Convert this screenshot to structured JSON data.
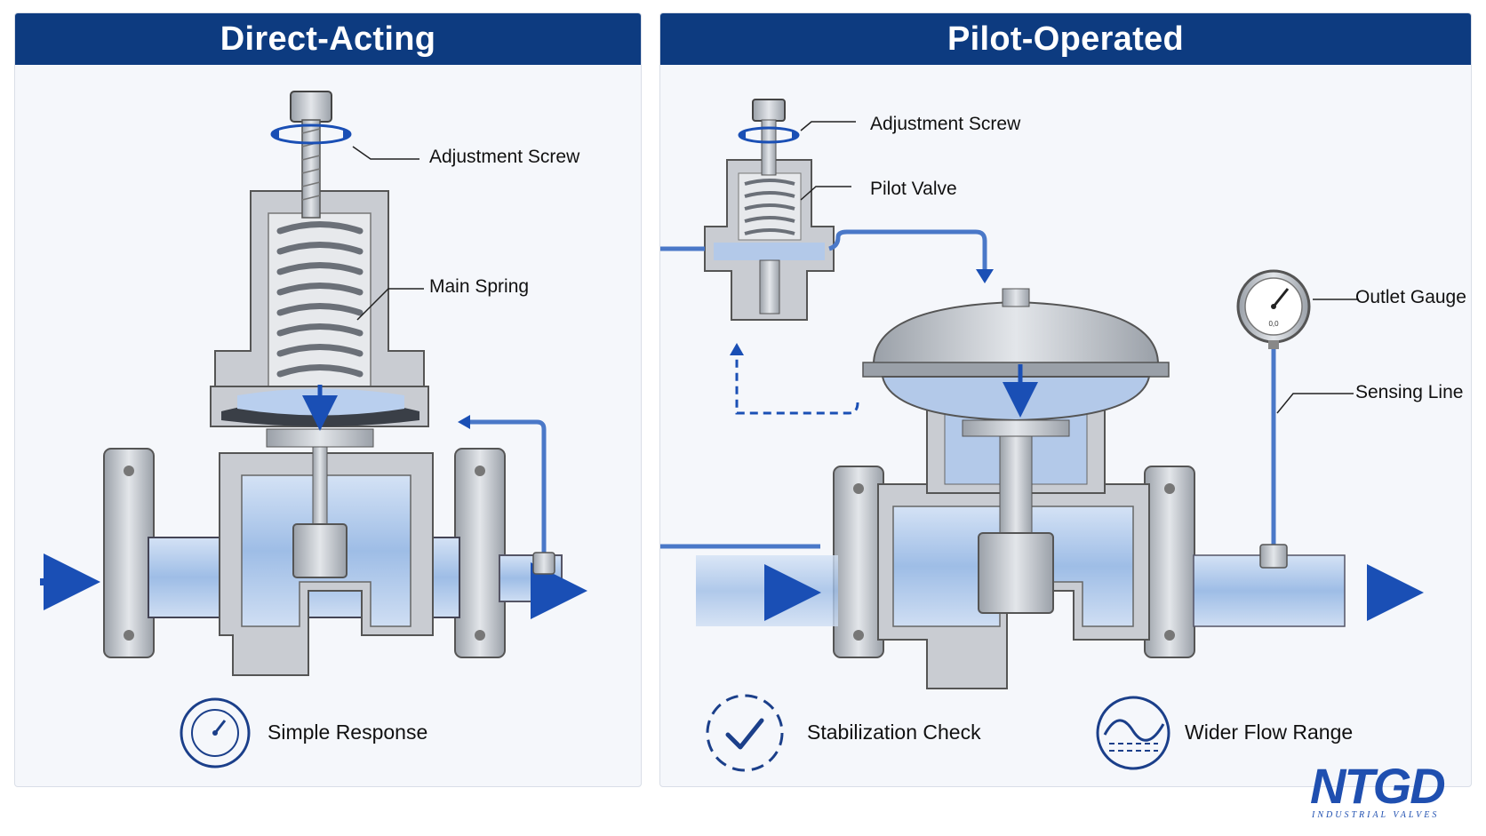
{
  "left_panel": {
    "title": "Direct-Acting",
    "callouts": {
      "adjustment_screw": "Adjustment Screw",
      "main_spring": "Main Spring"
    },
    "feature": "Simple Response"
  },
  "right_panel": {
    "title": "Pilot-Operated",
    "callouts": {
      "adjustment_screw": "Adjustment Screw",
      "pilot_valve": "Pilot Valve",
      "outlet_gauge": "Outlet Gauge",
      "sensing_line": "Sensing Line"
    },
    "gauge_face_text": "0,0",
    "features": {
      "stabilization": "Stabilization Check",
      "flow_range": "Wider Flow Range"
    }
  },
  "logo": {
    "name": "NTGD",
    "subtitle": "INDUSTRIAL VALVES"
  },
  "colors": {
    "header": "#0d3b80",
    "arrow": "#1a4fb5",
    "fluid": "#a9c4ea",
    "metal": "#c9ccd2"
  },
  "icons": [
    "rotation-arrow-icon",
    "flow-arrow-icon",
    "gauge-icon",
    "checkmark-icon",
    "wave-icon"
  ]
}
